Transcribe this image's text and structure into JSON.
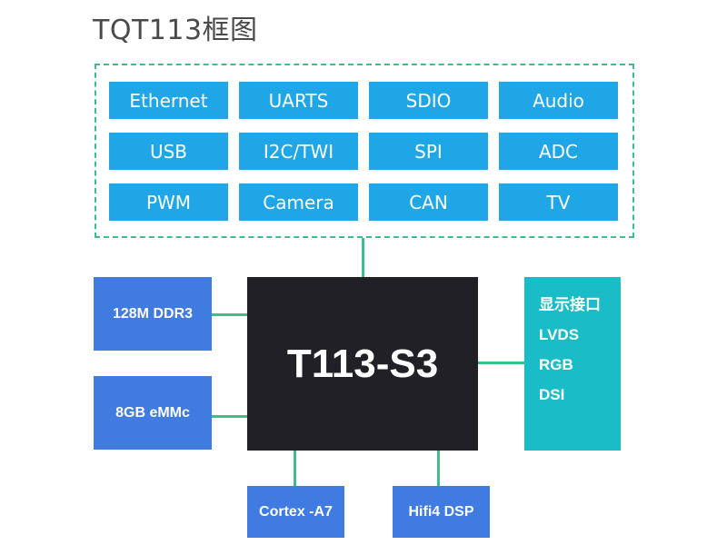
{
  "title": "TQT113框图",
  "peripherals": [
    "Ethernet",
    "UARTS",
    "SDIO",
    "Audio",
    "USB",
    "I2C/TWI",
    "SPI",
    "ADC",
    "PWM",
    "Camera",
    "CAN",
    "TV"
  ],
  "soc": {
    "label": "T113-S3"
  },
  "memory": {
    "ddr": "128M DDR3",
    "emmc": "8GB eMMc"
  },
  "display": {
    "header": "显示接口",
    "items": [
      "LVDS",
      "RGB",
      "DSI"
    ]
  },
  "cores": {
    "cpu": "Cortex -A7",
    "dsp": "Hifi4 DSP"
  },
  "colors": {
    "peripheral_box": "#1fa6e6",
    "soc_box": "#202026",
    "memory_box": "#3f7be0",
    "display_box": "#19bcc7",
    "connector": "#3dbf8a"
  }
}
